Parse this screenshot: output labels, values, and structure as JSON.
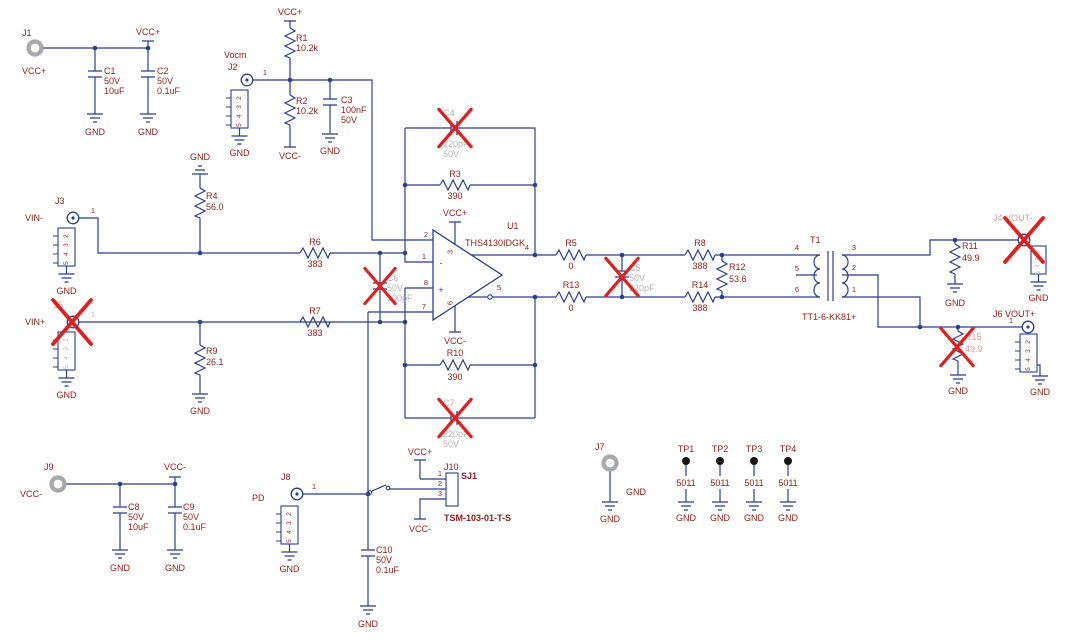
{
  "schematic": {
    "colors": {
      "wire": "#2b3f8f",
      "label": "#8e2420",
      "dnp_x": "#e02020",
      "muted": "#b5b5b5"
    },
    "nets": {
      "vcc_pos": "VCC+",
      "vcc_neg": "VCC-",
      "gnd": "GND",
      "vin_neg": "VIN-",
      "vin_pos": "VIN+",
      "vocm": "Vocm",
      "pd": "PD",
      "vout_neg_conn": "J4 VOUT-",
      "vout_pos_conn": "J6 VOUT+"
    },
    "pins": {
      "p1": "1",
      "p2": "2",
      "p3": "3",
      "p4": "4",
      "p5": "5",
      "p6": "6",
      "p7": "7",
      "p8": "8",
      "plus": "+",
      "minus": "-"
    },
    "ic": {
      "ref": "U1",
      "part": "THS4130IDGK"
    },
    "transformer": {
      "ref": "T1",
      "part": "TT1-6-KK81+"
    },
    "resistors": {
      "R1": {
        "ref": "R1",
        "value": "10.2k"
      },
      "R2": {
        "ref": "R2",
        "value": "10.2k"
      },
      "R3": {
        "ref": "R3",
        "value": "390"
      },
      "R4": {
        "ref": "R4",
        "value": "56.0"
      },
      "R5": {
        "ref": "R5",
        "value": "0"
      },
      "R6": {
        "ref": "R6",
        "value": "383"
      },
      "R7": {
        "ref": "R7",
        "value": "383"
      },
      "R8": {
        "ref": "R8",
        "value": "388"
      },
      "R9": {
        "ref": "R9",
        "value": "26.1"
      },
      "R10": {
        "ref": "R10",
        "value": "390"
      },
      "R11": {
        "ref": "R11",
        "value": "49.9"
      },
      "R12": {
        "ref": "R12",
        "value": "53.6"
      },
      "R13": {
        "ref": "R13",
        "value": "0"
      },
      "R14": {
        "ref": "R14",
        "value": "388"
      },
      "R15": {
        "ref": "R15",
        "value": "49.9"
      }
    },
    "capacitors": {
      "C1": {
        "ref": "C1",
        "voltage": "50V",
        "value": "10uF"
      },
      "C2": {
        "ref": "C2",
        "voltage": "50V",
        "value": "0.1uF"
      },
      "C3": {
        "ref": "C3",
        "value": "100nF",
        "voltage": "50V"
      },
      "C4": {
        "ref": "C4",
        "value": "220pF",
        "voltage": "50V"
      },
      "C5": {
        "ref": "C5",
        "voltage": "50V",
        "value": "220pF"
      },
      "C6": {
        "ref": "C6",
        "voltage": "50V",
        "value": "100pF"
      },
      "C7": {
        "ref": "C7",
        "value": "220pF",
        "voltage": "50V"
      },
      "C8": {
        "ref": "C8",
        "voltage": "50V",
        "value": "10uF"
      },
      "C9": {
        "ref": "C9",
        "voltage": "50V",
        "value": "0.1uF"
      },
      "C10": {
        "ref": "C10",
        "voltage": "50V",
        "value": "0.1uF"
      }
    },
    "connectors": {
      "J1": {
        "ref": "J1"
      },
      "J2": {
        "ref": "J2"
      },
      "J3": {
        "ref": "J3"
      },
      "J5": {
        "ref": "J5"
      },
      "J7": {
        "ref": "J7"
      },
      "J8": {
        "ref": "J8"
      },
      "J9": {
        "ref": "J9"
      },
      "J10": {
        "ref": "J10",
        "part": "TSM-103-01-T-S"
      },
      "SJ1": {
        "ref": "SJ1"
      }
    },
    "testpoints": {
      "TP1": {
        "ref": "TP1",
        "value": "5011"
      },
      "TP2": {
        "ref": "TP2",
        "value": "5011"
      },
      "TP3": {
        "ref": "TP3",
        "value": "5011"
      },
      "TP4": {
        "ref": "TP4",
        "value": "5011"
      }
    }
  }
}
